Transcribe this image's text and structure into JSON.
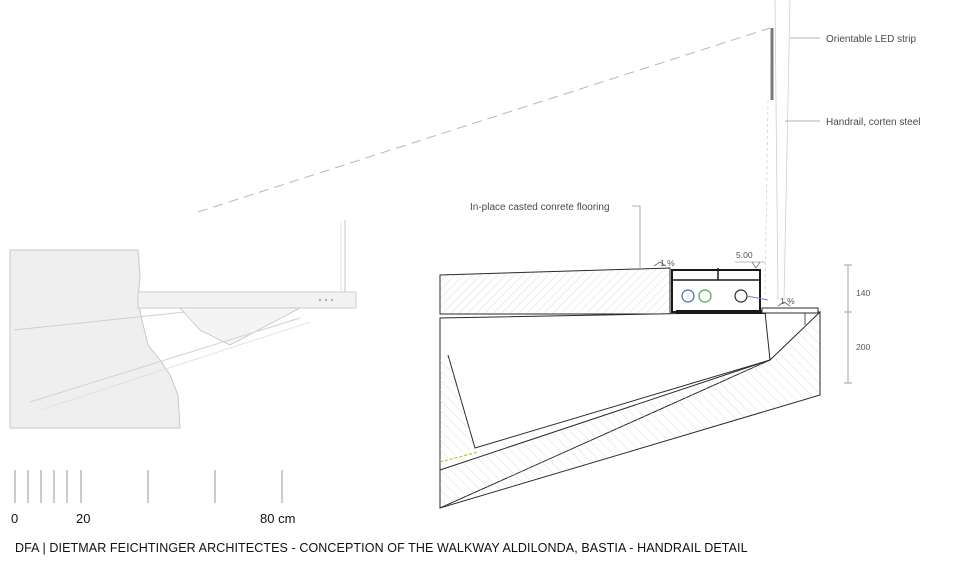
{
  "labels": {
    "led_strip": "Orientable LED strip",
    "handrail": "Handrail, corten steel",
    "flooring": "In-place casted conrete flooring"
  },
  "dimensions": {
    "slope_left": "1 %",
    "slope_right": "1 %",
    "gap": "5.00",
    "height_top": "140",
    "height_bottom": "200"
  },
  "scale_bar": {
    "label_0": "0",
    "label_20": "20",
    "label_80": "80 cm"
  },
  "caption": "DFA  |  DIETMAR FEICHTINGER ARCHITECTES - CONCEPTION OF THE WALKWAY ALDILONDA, BASTIA - HANDRAIL DETAIL",
  "colors": {
    "line": "#2a2a2a",
    "faint": "#bfbfbf",
    "hatch": "#d8d8d8",
    "led_blue": "#4a5cc8",
    "led_green": "#3faa4a",
    "highlight": "#c8c020"
  }
}
